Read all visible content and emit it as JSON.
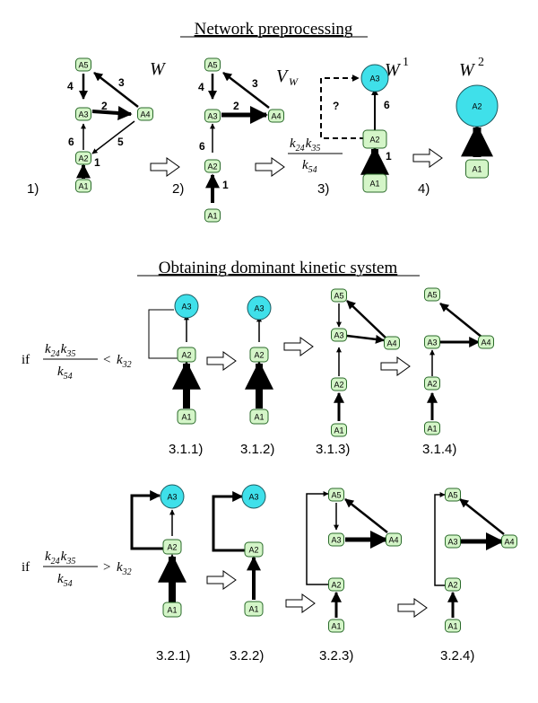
{
  "titles": {
    "preprocessing": "Network preprocessing",
    "dominant": "Obtaining dominant kinetic system"
  },
  "graph_labels": {
    "W": "W",
    "VW_main": "V",
    "VW_sub": "W",
    "W1_main": "W",
    "W1_sup": "1",
    "W2_main": "W",
    "W2_sup": "2"
  },
  "step_labels": {
    "s1": "1)",
    "s2": "2)",
    "s3": "3)",
    "s4": "4)",
    "s311": "3.1.1)",
    "s312": "3.1.2)",
    "s313": "3.1.3)",
    "s314": "3.1.4)",
    "s321": "3.2.1)",
    "s322": "3.2.2)",
    "s323": "3.2.3)",
    "s324": "3.2.4)"
  },
  "fraction": {
    "numerator_a": "k",
    "numerator_a_sub": "24",
    "numerator_b": "k",
    "numerator_b_sub": "35",
    "denominator": "k",
    "denominator_sub": "54"
  },
  "conditions": {
    "if_text": "if",
    "less": "<",
    "greater": ">",
    "k_rhs": "k",
    "k_rhs_sub": "32"
  },
  "edge_weights": {
    "w1_a5a3": "4",
    "w1_a4a5": "3",
    "w1_a3a4": "2",
    "w1_a2a3": "6",
    "w1_a4a2": "5",
    "w1_a1a2": "1",
    "w2_a5a3": "4",
    "w2_a4a5": "3",
    "w2_a3a4": "2",
    "w2_a2a3": "6",
    "w2_a1a2": "1",
    "w3_a2a3": "6",
    "w3_a1a2": "1",
    "w3_q": "?"
  },
  "nodes": {
    "A1": "A1",
    "A2": "A2",
    "A3": "A3",
    "A4": "A4",
    "A5": "A5"
  },
  "colors": {
    "rect_node_fill": "#d4f5c8",
    "rect_node_stroke": "#2a6a2a",
    "circle_node_fill": "#3fe0ea",
    "circle_node_stroke": "#1a5a60"
  }
}
